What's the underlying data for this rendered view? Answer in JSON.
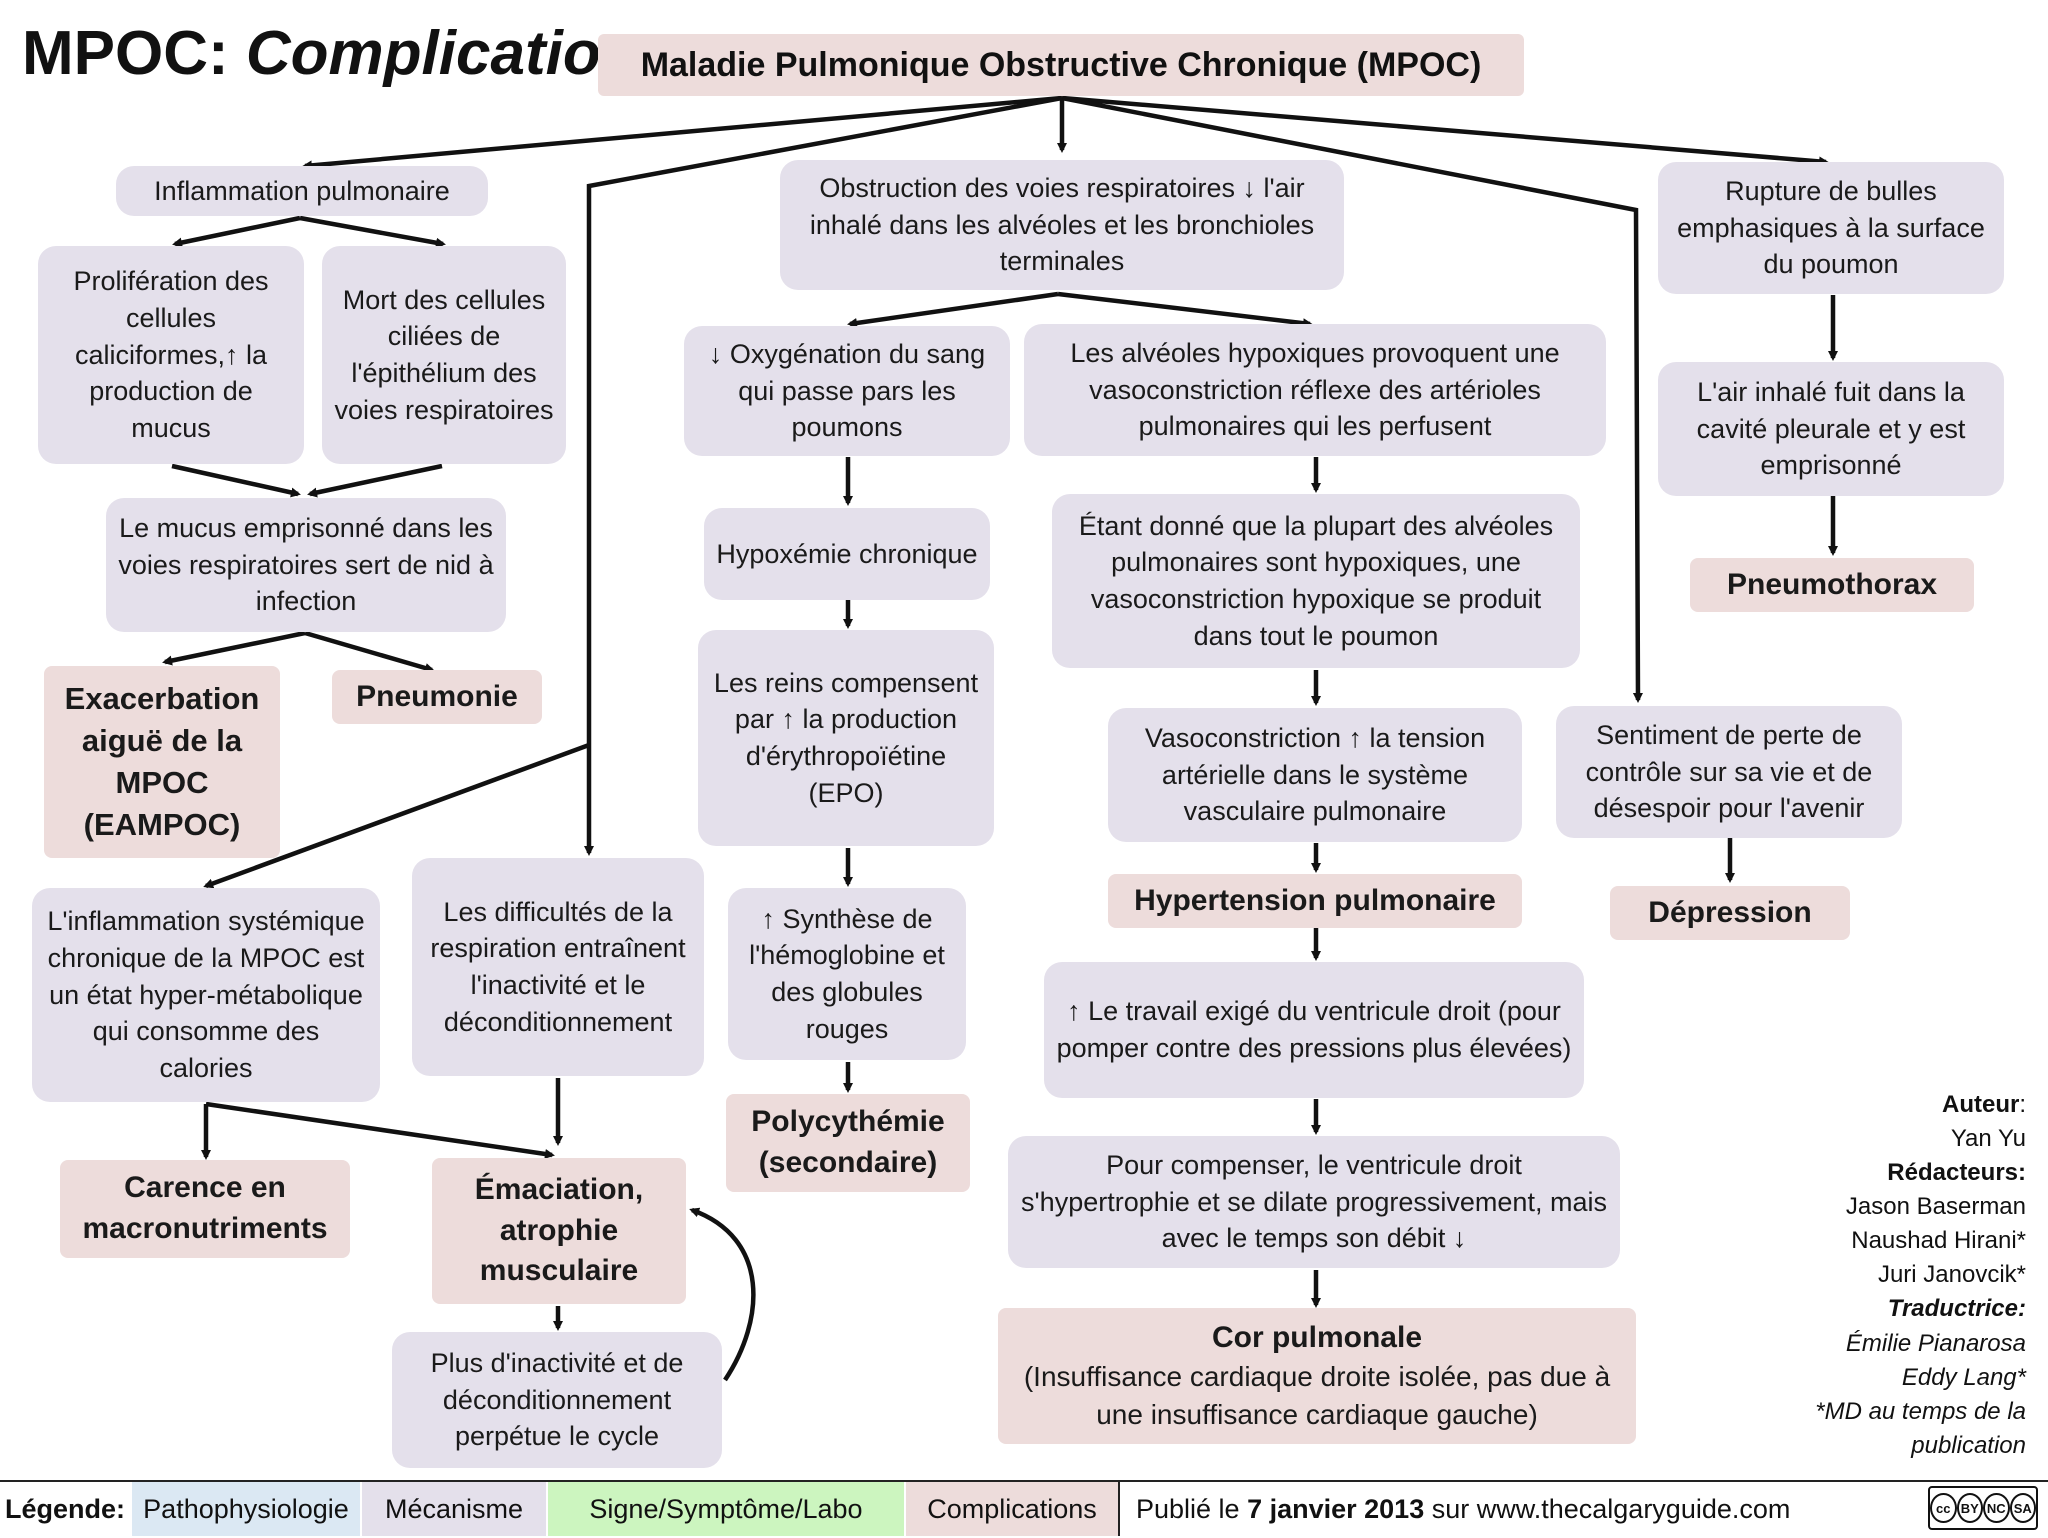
{
  "title": {
    "bold": "MPOC:",
    "italic": "Complications"
  },
  "root": "Maladie Pulmonique Obstructive Chronique (MPOC)",
  "inflammation": {
    "head": "Inflammation pulmonaire",
    "proliferation": "Prolifération des cellules caliciformes,↑ la production de mucus",
    "mort": "Mort des cellules ciliées de l'épithélium des voies respiratoires",
    "mucus": "Le mucus emprisonné dans les voies respiratoires sert de nid à infection",
    "exacerbation": "Exacerbation aiguë de la MPOC (EAMPOC)",
    "pneumonie": "Pneumonie",
    "systemique": "L'inflammation systémique chronique de la MPOC est un état hyper-métabolique qui consomme des calories",
    "carence": "Carence en macronutriments"
  },
  "inactivite": {
    "difficultes": "Les difficultés de la respiration entraînent l'inactivité et le déconditionnement",
    "emaciation": "Émaciation, atrophie musculaire",
    "cycle": "Plus d'inactivité et de déconditionnement perpétue le cycle"
  },
  "obstruction": {
    "head": "Obstruction des voies respiratoires ↓ l'air inhalé dans les alvéoles et les bronchioles terminales",
    "oxygenation": "↓ Oxygénation du sang qui passe pars les poumons",
    "hypoxemie": "Hypoxémie chronique",
    "reins": "Les reins compensent par ↑ la production d'érythropoïétine (EPO)",
    "synthese": "↑ Synthèse de l'hémoglobine et des globules rouges",
    "polycythemie": "Polycythémie (secondaire)",
    "alveoles": "Les alvéoles hypoxiques provoquent une vasoconstriction réflexe des artérioles pulmonaires qui les perfusent",
    "etant": "Étant donné que la plupart des alvéoles pulmonaires sont hypoxiques, une vasoconstriction hypoxique se produit dans tout le poumon",
    "vasoconstriction": "Vasoconstriction ↑ la tension artérielle dans le système vasculaire pulmonaire",
    "hypertension": "Hypertension pulmonaire",
    "travail": "↑ Le travail exigé du ventricule droit (pour pomper contre des pressions plus élevées)",
    "compenser": "Pour compenser, le ventricule droit s'hypertrophie et se dilate progressivement, mais avec le temps son débit ↓",
    "cor_title": "Cor pulmonale",
    "cor_sub": "(Insuffisance cardiaque droite isolée, pas due à une insuffisance cardiaque gauche)"
  },
  "rupture": {
    "head": "Rupture de bulles emphasiques à la surface du poumon",
    "air": "L'air inhalé fuit dans la cavité pleurale et y est emprisonné",
    "pneumothorax": "Pneumothorax"
  },
  "psy": {
    "sentiment": "Sentiment de perte de contrôle sur sa vie et de désespoir pour l'avenir",
    "depression": "Dépression"
  },
  "credits": {
    "auteur_label": "Auteur",
    "auteur": "Yan Yu",
    "redacteurs_label": "Rédacteurs:",
    "redacteurs": [
      "Jason Baserman",
      "Naushad Hirani*",
      "Juri Janovcik*"
    ],
    "traductrice_label": "Traductrice:",
    "traductrice": [
      "Émilie Pianarosa",
      "Eddy Lang*"
    ],
    "note": "*MD au temps de la publication"
  },
  "legend": {
    "label": "Légende:",
    "items": [
      {
        "label": "Pathophysiologie",
        "color": "#dbe8f3"
      },
      {
        "label": "Mécanisme",
        "color": "#e4e0eb"
      },
      {
        "label": "Signe/Symptôme/Labo",
        "color": "#ccf5bf"
      },
      {
        "label": "Complications",
        "color": "#eddcdb"
      }
    ],
    "published_prefix": "Publié le ",
    "published_date": "7 janvier 2013",
    "published_suffix": " sur www.thecalgaryguide.com"
  },
  "license": {
    "cc": "cc",
    "by": "BY",
    "nc": "NC",
    "sa": "SA"
  }
}
